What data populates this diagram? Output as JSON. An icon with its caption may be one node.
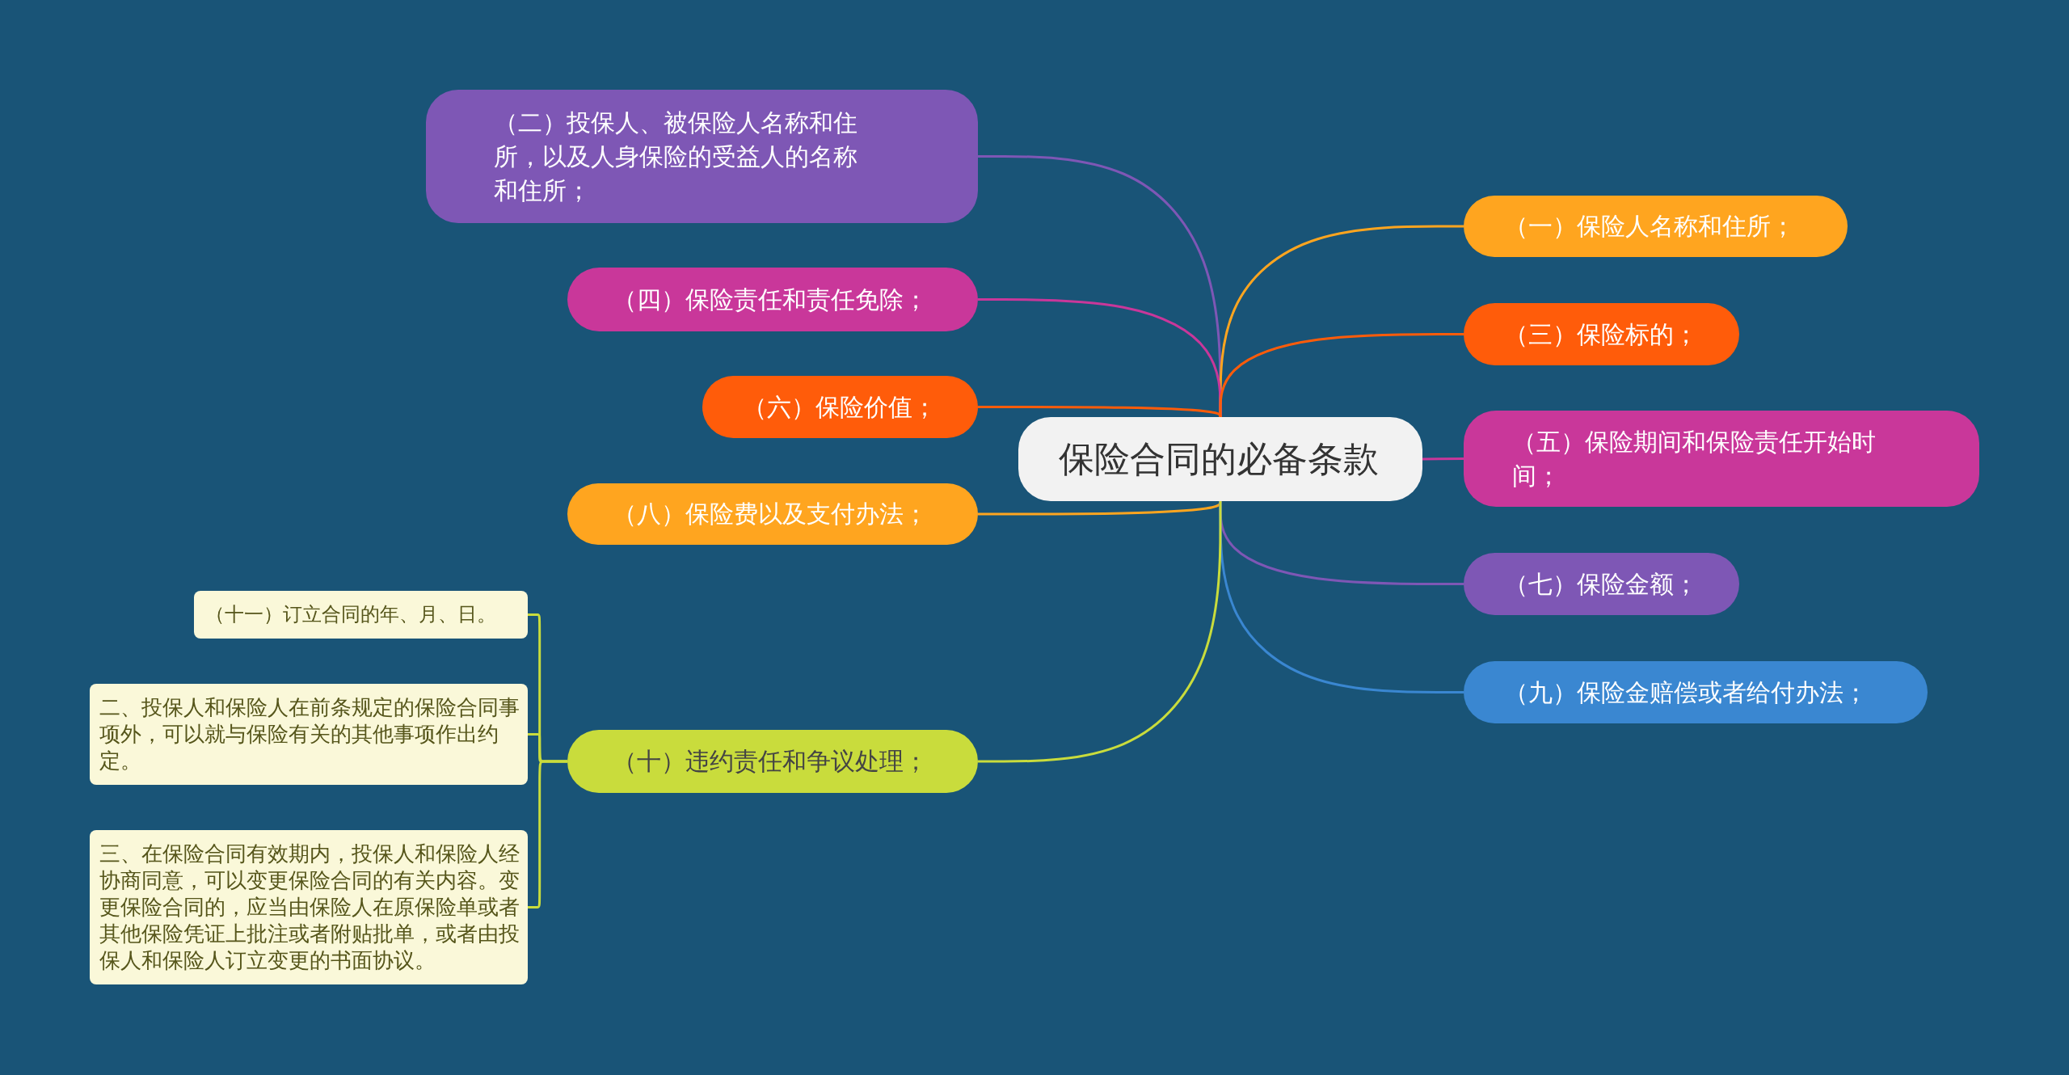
{
  "diagram": {
    "nodes": [
      {
        "text": [
          "保险合同的必备条款"
        ]
      },
      {
        "text": [
          "（二）投保人、被保险人名称和住所，以及人身保险的受益人的名称和住所；"
        ]
      },
      {
        "text": [
          "（一）保险人名称和住所；"
        ]
      },
      {
        "text": [
          "（四）保险责任和责任免除；"
        ]
      },
      {
        "text": [
          "（三）保险标的；"
        ]
      },
      {
        "text": [
          "（六）保险价值；"
        ]
      },
      {
        "text": [
          "（五）保险期间和保险责任开始时间；"
        ]
      },
      {
        "text": [
          "（八）保险费以及支付办法；"
        ]
      },
      {
        "text": [
          "（七）保险金额；"
        ]
      },
      {
        "text": [
          "（十一）订立合同的年、月、日。"
        ]
      },
      {
        "text": [
          "（九）保险金赔偿或者给付办法；"
        ]
      },
      {
        "text": [
          "二、投保人和保险人在前条规定的保险合同事项外，可以就与保险有关的其他事项作出约定。"
        ]
      },
      {
        "text": [
          "（十）违约责任和争议处理；"
        ]
      },
      {
        "text": [
          "三、在保险合同有效期内，投保人和保险人经协商同意，可以变更保险合同的有关内容。变更保险合同的，应当由保险人在原保险单或者其他保险凭证上批注或者附贴批单，或者由投保人和保险人订立变更的书面协议。"
        ]
      }
    ],
    "edges": [
      {
        "from": 0,
        "to": 1,
        "arrow": "none",
        "color": "#7e57b5"
      },
      {
        "from": 0,
        "to": 2,
        "arrow": "none",
        "color": "#ffa51f"
      },
      {
        "from": 0,
        "to": 3,
        "arrow": "none",
        "color": "#c9379a"
      },
      {
        "from": 0,
        "to": 4,
        "arrow": "none",
        "color": "#ff5c0a"
      },
      {
        "from": 0,
        "to": 5,
        "arrow": "none",
        "color": "#ff5c0a"
      },
      {
        "from": 0,
        "to": 6,
        "arrow": "none",
        "color": "#c9379a"
      },
      {
        "from": 0,
        "to": 7,
        "arrow": "none",
        "color": "#ffa51f"
      },
      {
        "from": 0,
        "to": 8,
        "arrow": "none",
        "color": "#7e57b5"
      },
      {
        "from": 0,
        "to": 10,
        "arrow": "none",
        "color": "#3a87d1"
      },
      {
        "from": 0,
        "to": 12,
        "arrow": "none",
        "color": "#c9dc3c"
      },
      {
        "from": 12,
        "to": 9,
        "arrow": "none",
        "color": "#c9dc3c"
      },
      {
        "from": 12,
        "to": 11,
        "arrow": "none",
        "color": "#c9dc3c"
      },
      {
        "from": 12,
        "to": 13,
        "arrow": "none",
        "color": "#c9dc3c"
      }
    ]
  }
}
